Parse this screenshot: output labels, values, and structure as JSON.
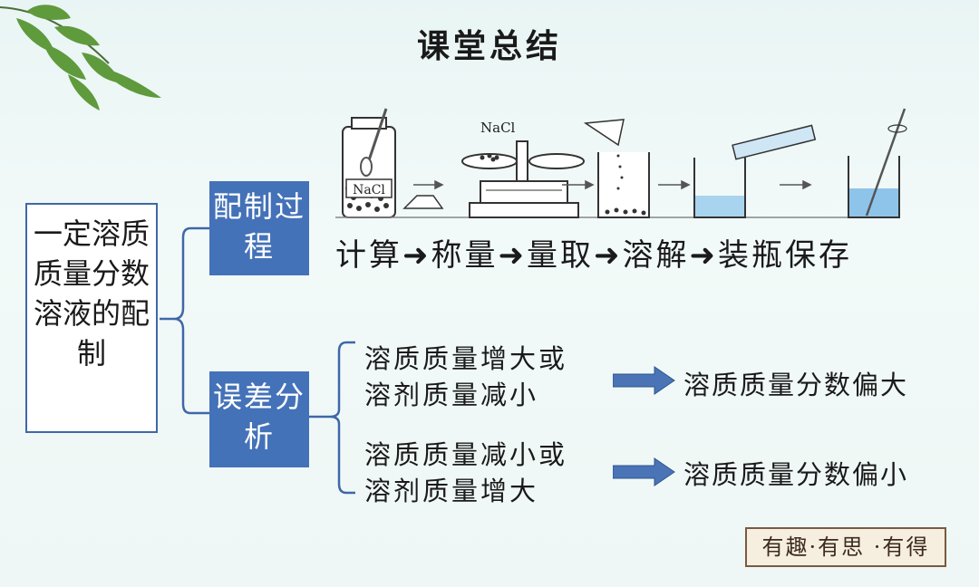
{
  "title": "课堂总结",
  "topic": "一定溶质质量分数溶液的配制",
  "branches": {
    "process_label": "配制过程",
    "error_label": "误差分析"
  },
  "process_steps": "计算➜称量➜量取➜溶解➜装瓶保存",
  "illustration": {
    "bottle_label": "NaCl",
    "balance_label": "NaCl"
  },
  "errors": [
    {
      "condition_line1": "溶质质量增大或",
      "condition_line2": "溶剂质量减小",
      "result": "溶质质量分数偏大"
    },
    {
      "condition_line1": "溶质质量减小或",
      "condition_line2": "溶剂质量增大",
      "result": "溶质质量分数偏小"
    }
  ],
  "stamp": "有趣·有思 ·有得",
  "colors": {
    "accent_blue": "#4472b8",
    "bracket_blue": "#3f67a8",
    "arrow_blue": "#4a74b5"
  }
}
